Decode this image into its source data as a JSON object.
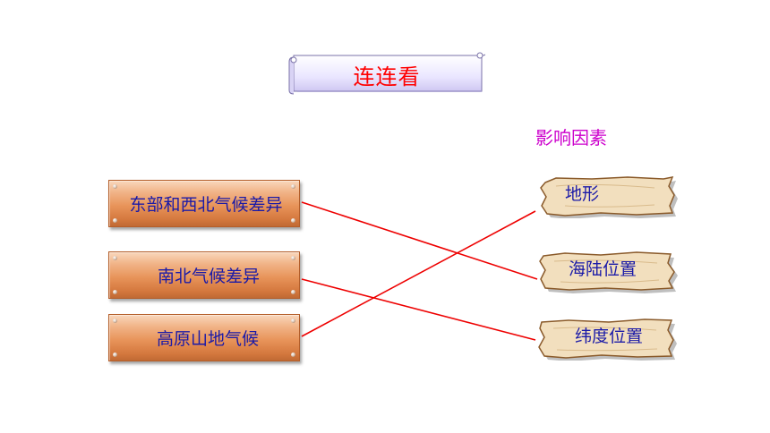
{
  "title": "连连看",
  "factors_heading": "影响因素",
  "left_items": [
    "东部和西北气候差异",
    "南北气候差异",
    "高原山地气候"
  ],
  "right_items": [
    "地形",
    "海陆位置",
    "纬度位置"
  ],
  "connections": [
    {
      "from": "东部和西北气候差异",
      "to": "海陆位置"
    },
    {
      "from": "南北气候差异",
      "to": "纬度位置"
    },
    {
      "from": "高原山地气候",
      "to": "地形"
    }
  ],
  "colors": {
    "title": "#ff0000",
    "heading": "#cc00cc",
    "item_text": "#1a1aa8",
    "connector": "#ee0000"
  }
}
